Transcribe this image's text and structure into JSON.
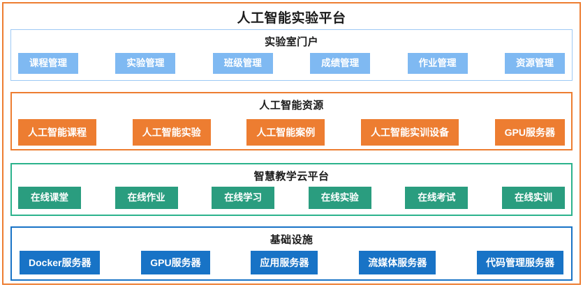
{
  "diagram": {
    "title": "人工智能实验平台",
    "frame_color": "#ED7D31",
    "layers": [
      {
        "id": "portal",
        "title": "实验室门户",
        "border_color": "#9DC9F5",
        "tile_color": "#7FB9F2",
        "tiles": [
          {
            "label": "课程管理"
          },
          {
            "label": "实验管理"
          },
          {
            "label": "班级管理"
          },
          {
            "label": "成绩管理"
          },
          {
            "label": "作业管理"
          },
          {
            "label": "资源管理"
          }
        ]
      },
      {
        "id": "ai",
        "title": "人工智能资源",
        "border_color": "#ED7D31",
        "tile_color": "#ED7D31",
        "tiles": [
          {
            "label": "人工智能课程"
          },
          {
            "label": "人工智能实验"
          },
          {
            "label": "人工智能案例"
          },
          {
            "label": "人工智能实训设备"
          },
          {
            "label": "GPU服务器"
          }
        ]
      },
      {
        "id": "cloud",
        "title": "智慧教学云平台",
        "border_color": "#2BB28C",
        "tile_color": "#2A9D7F",
        "tiles": [
          {
            "label": "在线课堂"
          },
          {
            "label": "在线作业"
          },
          {
            "label": "在线学习"
          },
          {
            "label": "在线实验"
          },
          {
            "label": "在线考试"
          },
          {
            "label": "在线实训"
          }
        ]
      },
      {
        "id": "infra",
        "title": "基础设施",
        "border_color": "#1873C6",
        "tile_color": "#1873C6",
        "tiles": [
          {
            "label": "Docker服务器"
          },
          {
            "label": "GPU服务器"
          },
          {
            "label": "应用服务器"
          },
          {
            "label": "流媒体服务器"
          },
          {
            "label": "代码管理服务器"
          }
        ]
      }
    ]
  }
}
